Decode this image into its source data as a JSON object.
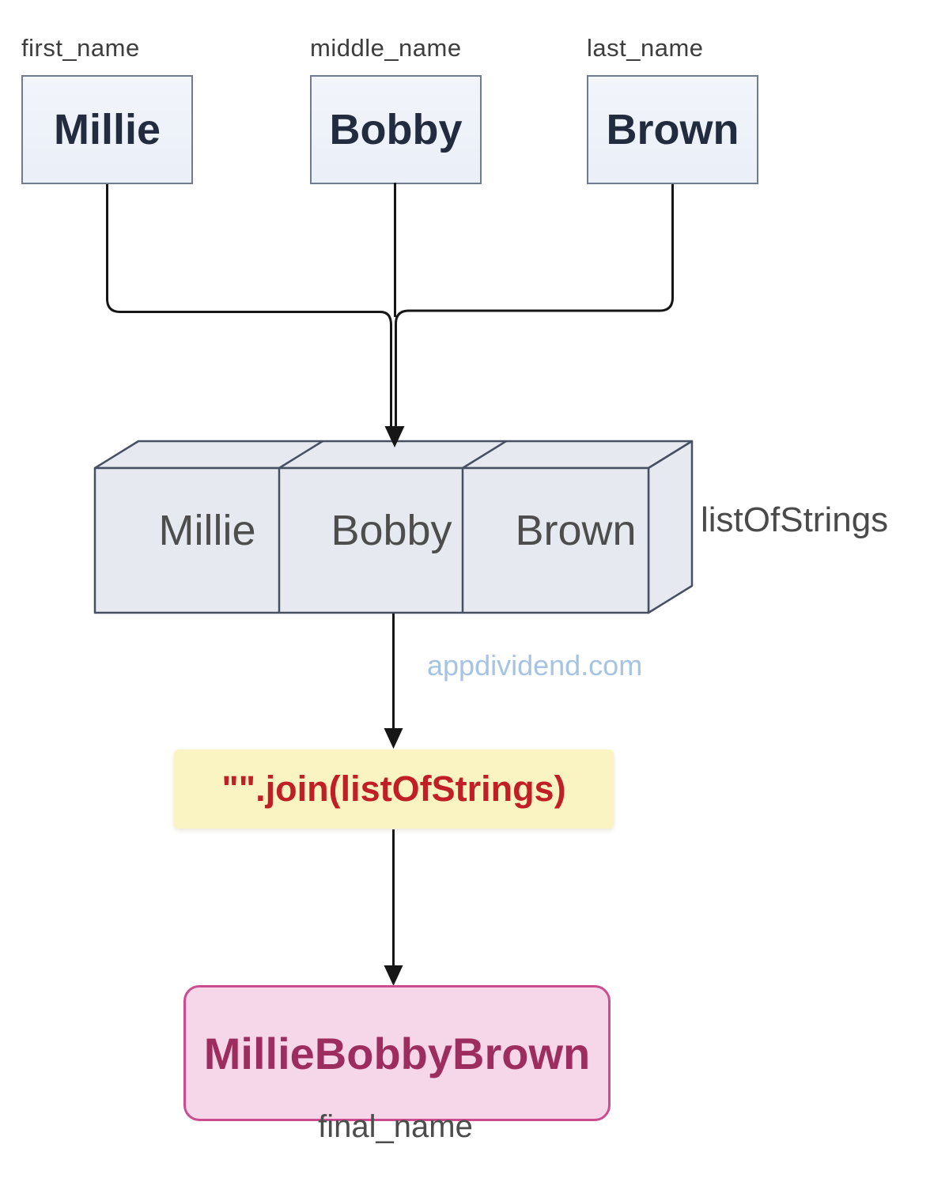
{
  "diagram": {
    "title_context": "Python string join diagram",
    "variables": [
      {
        "label": "first_name",
        "value": "Millie"
      },
      {
        "label": "middle_name",
        "value": "Bobby"
      },
      {
        "label": "last_name",
        "value": "Brown"
      }
    ],
    "list": {
      "label": "listOfStrings",
      "items": [
        {
          "value": "Millie"
        },
        {
          "value": "Bobby"
        },
        {
          "value": "Brown"
        }
      ]
    },
    "operation": {
      "code": "\"\".join(listOfStrings)"
    },
    "result": {
      "label": "final_name",
      "value": "MillieBobbyBrown"
    },
    "watermark": "appdividend.com",
    "colors": {
      "background": "#ffffff",
      "variable_box_fill": "#edf1f8",
      "variable_box_border": "#707b90",
      "variable_text": "#222c3e",
      "label_text": "#3d3d3d",
      "list_box_fill": "#e6eaf0",
      "list_box_border": "#465062",
      "list_text": "#4d4d4d",
      "connector_line": "#161616",
      "operation_bg": "#faf4c3",
      "operation_text": "#c11f26",
      "result_fill": "#f6d7e9",
      "result_border": "#cc4d8f",
      "result_text": "#9e2d5f",
      "watermark_text": "#a6c3e3"
    }
  }
}
